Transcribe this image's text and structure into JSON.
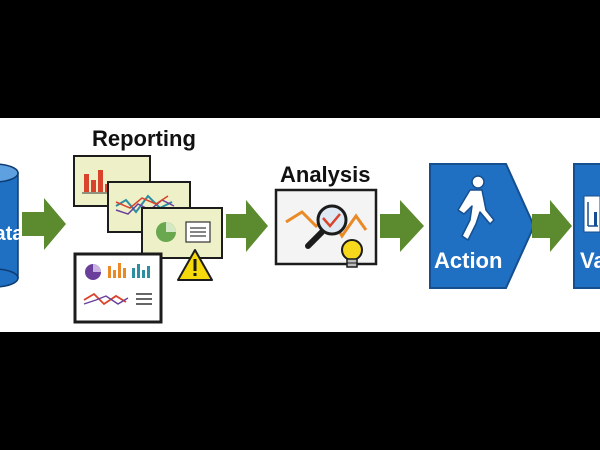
{
  "diagram": {
    "stages": {
      "data": {
        "label": "Data"
      },
      "reporting": {
        "label": "Reporting"
      },
      "analysis": {
        "label": "Analysis"
      },
      "action": {
        "label": "Action"
      },
      "value": {
        "label": "Value"
      }
    }
  },
  "colors": {
    "arrow_green": "#5b8a2f",
    "box_blue": "#1f6fc2",
    "box_blue_dark": "#154f8f",
    "db_blue": "#1f6fc2",
    "card_fill": "#eef0c8",
    "card_border": "#1c1c1c",
    "chart_red": "#d9432b",
    "chart_orange": "#e98a26",
    "chart_purple": "#6a3f9c",
    "chart_teal": "#2c8ea0",
    "chart_green": "#6aa84f",
    "warning_yellow": "#f5d90a",
    "bulb_yellow": "#f8d81c"
  },
  "icons": [
    "database-icon",
    "bar-chart-icon",
    "line-chart-icon",
    "pie-chart-icon",
    "list-icon",
    "warning-icon",
    "magnifier-icon",
    "lightbulb-icon",
    "walking-person-icon",
    "value-chart-icon"
  ]
}
